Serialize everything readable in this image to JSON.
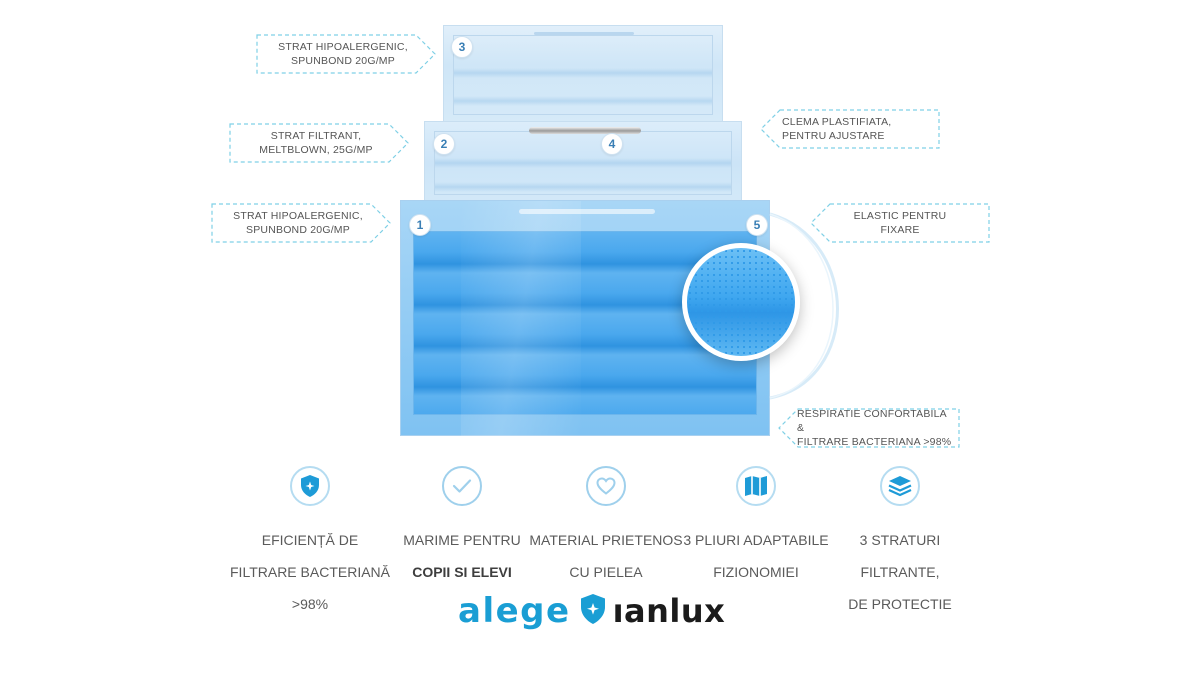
{
  "callouts": {
    "layer3": {
      "line1": "STRAT HIPOALERGENIC,",
      "line2": "SPUNBOND 20G/MP"
    },
    "layer2": {
      "line1": "STRAT FILTRANT,",
      "line2": "MELTBLOWN, 25G/MP"
    },
    "layer1": {
      "line1": "STRAT HIPOALERGENIC,",
      "line2": "SPUNBOND 20G/MP"
    },
    "clip": {
      "line1": "CLEMA PLASTIFIATA,",
      "line2": "PENTRU AJUSTARE"
    },
    "elastic": {
      "line1": "ELASTIC PENTRU",
      "line2": "FIXARE"
    },
    "breathing": {
      "line1": "RESPIRATIE CONFORTABILA &",
      "line2": "FILTRARE BACTERIANA  >98%"
    }
  },
  "badges": {
    "b1": "1",
    "b2": "2",
    "b3": "3",
    "b4": "4",
    "b5": "5"
  },
  "features": [
    {
      "icon": "shield-star-icon",
      "line1": "EFICIENȚĂ DE",
      "line2": "FILTRARE BACTERIANĂ",
      "line3": ">98%"
    },
    {
      "icon": "check-icon",
      "line1": "MARIME PENTRU",
      "line2": "COPII SI ELEVI"
    },
    {
      "icon": "heart-icon",
      "line1": "MATERIAL PRIETENOS",
      "line2": "CU PIELEA"
    },
    {
      "icon": "map-folds-icon",
      "line1": "3 PLIURI ADAPTABILE",
      "line2": "FIZIONOMIEI"
    },
    {
      "icon": "layers-icon",
      "line1": "3 STRATURI",
      "line2": "FILTRANTE,",
      "line3": "DE PROTECTIE"
    }
  ],
  "logo": {
    "left": "alege",
    "right": "ıanlux"
  },
  "colors": {
    "accent": "#1a9ed4",
    "mask_light": "#d9ebf8",
    "mask_mid": "#9fcff2",
    "mask_deep": "#3e9de6",
    "dash": "#7fd0e6"
  }
}
